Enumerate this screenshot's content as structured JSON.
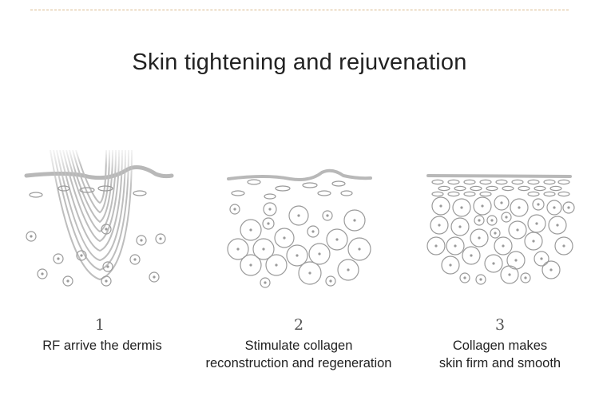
{
  "title": "Skin tightening and rejuvenation",
  "steps": [
    {
      "number": "1",
      "caption_lines": [
        "RF arrive the dermis"
      ]
    },
    {
      "number": "2",
      "caption_lines": [
        "Stimulate collagen",
        "reconstruction and regeneration"
      ]
    },
    {
      "number": "3",
      "caption_lines": [
        "Collagen makes",
        "skin firm and smooth"
      ]
    }
  ],
  "colors": {
    "line": "#9a9a9a",
    "skin": "#b8b8b8",
    "rule": "#d9b98a",
    "text": "#222222"
  }
}
